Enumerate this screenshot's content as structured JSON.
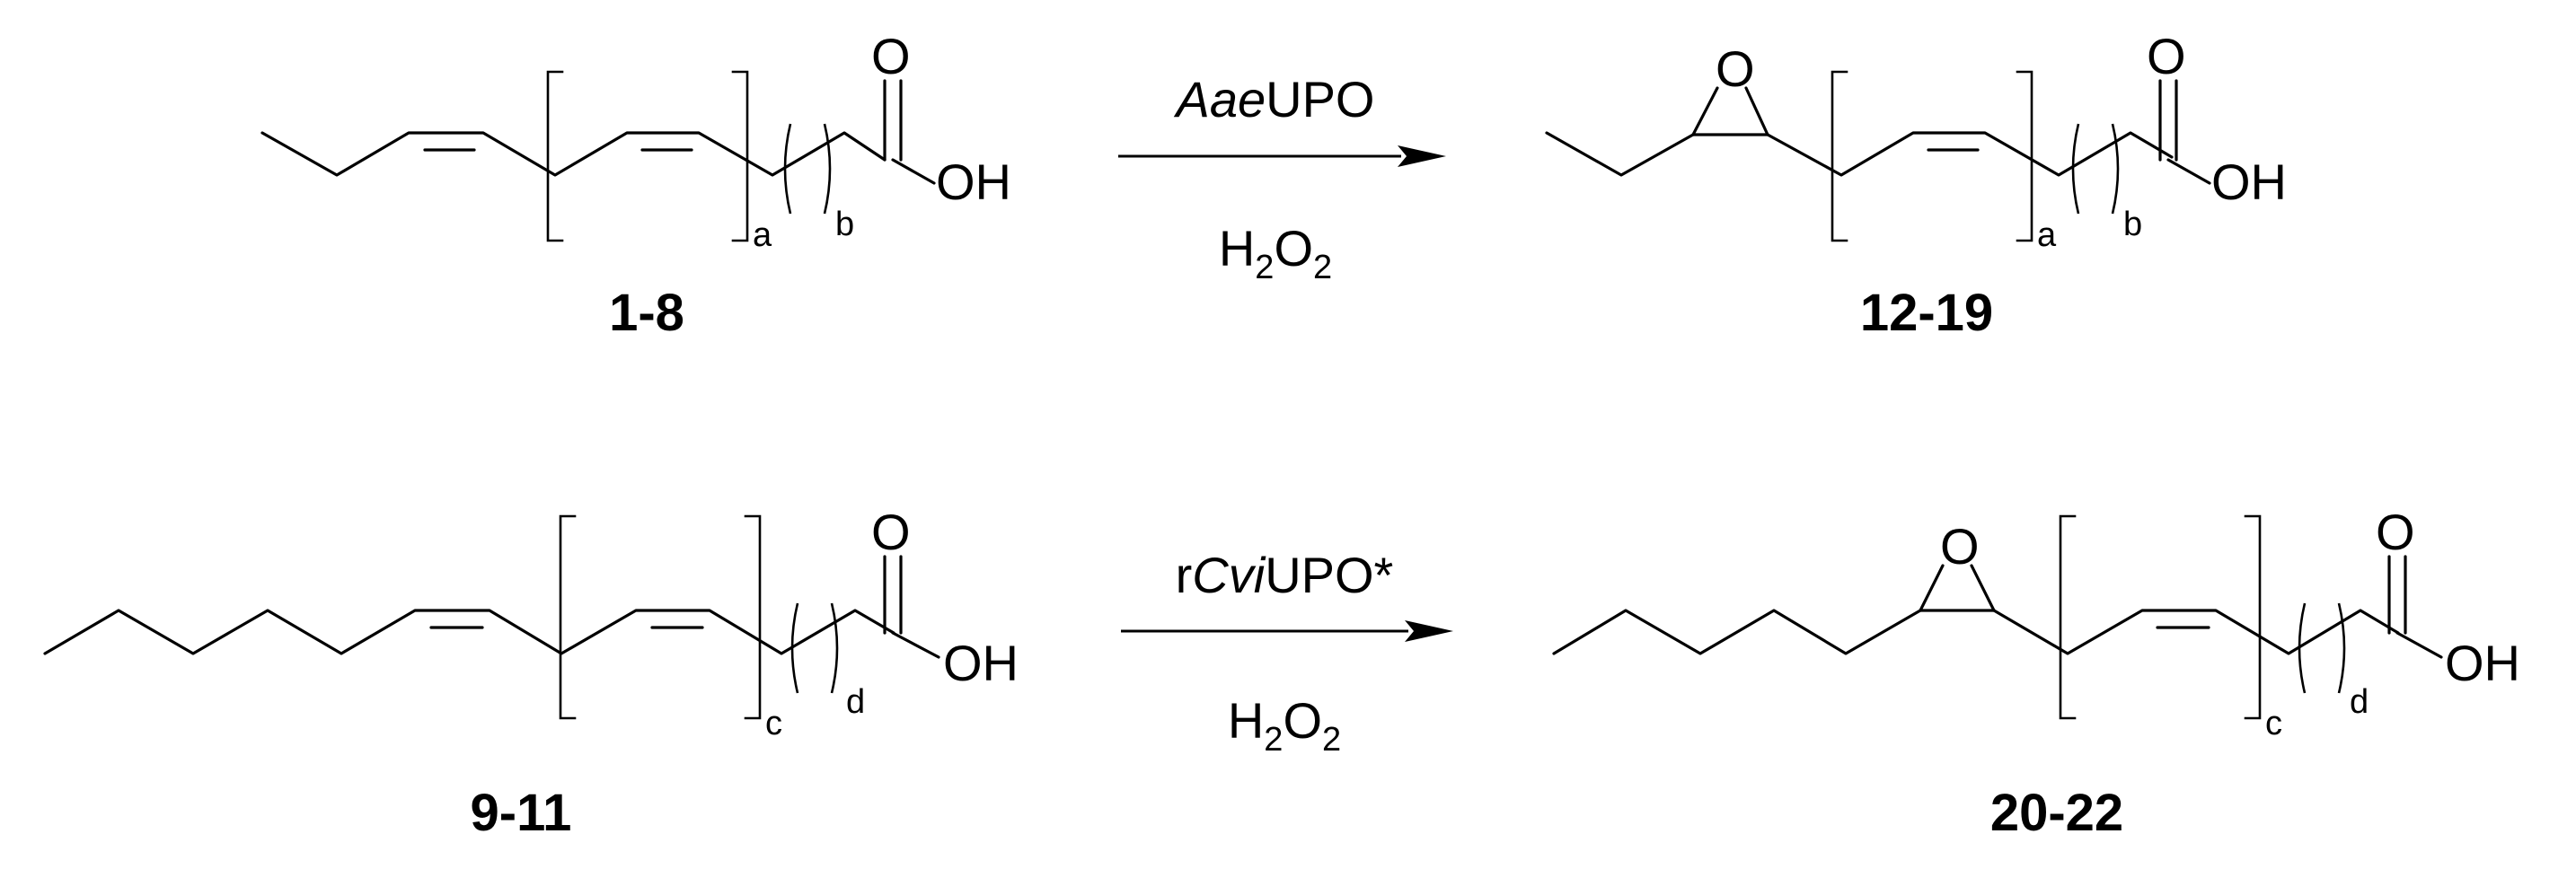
{
  "reaction_1": {
    "reactant": {
      "label": "1-8",
      "repeat_index": "a",
      "chain_index": "b",
      "carbonyl_o": "O",
      "hydroxyl": "OH"
    },
    "reagent_above": {
      "italic": "Aae",
      "plain": "UPO"
    },
    "reagent_below": {
      "h": "H",
      "h_sub": "2",
      "o": "O",
      "o_sub": "2"
    },
    "product": {
      "label": "12-19",
      "epoxide_o": "O",
      "repeat_index": "a",
      "chain_index": "b",
      "carbonyl_o": "O",
      "hydroxyl": "OH"
    }
  },
  "reaction_2": {
    "reactant": {
      "label": "9-11",
      "repeat_index": "c",
      "chain_index": "d",
      "carbonyl_o": "O",
      "hydroxyl": "OH"
    },
    "reagent_above": {
      "prefix": "r",
      "italic": "Cvi",
      "plain": "UPO*"
    },
    "reagent_below": {
      "h": "H",
      "h_sub": "2",
      "o": "O",
      "o_sub": "2"
    },
    "product": {
      "label": "20-22",
      "epoxide_o": "O",
      "repeat_index": "c",
      "chain_index": "d",
      "carbonyl_o": "O",
      "hydroxyl": "OH"
    }
  }
}
